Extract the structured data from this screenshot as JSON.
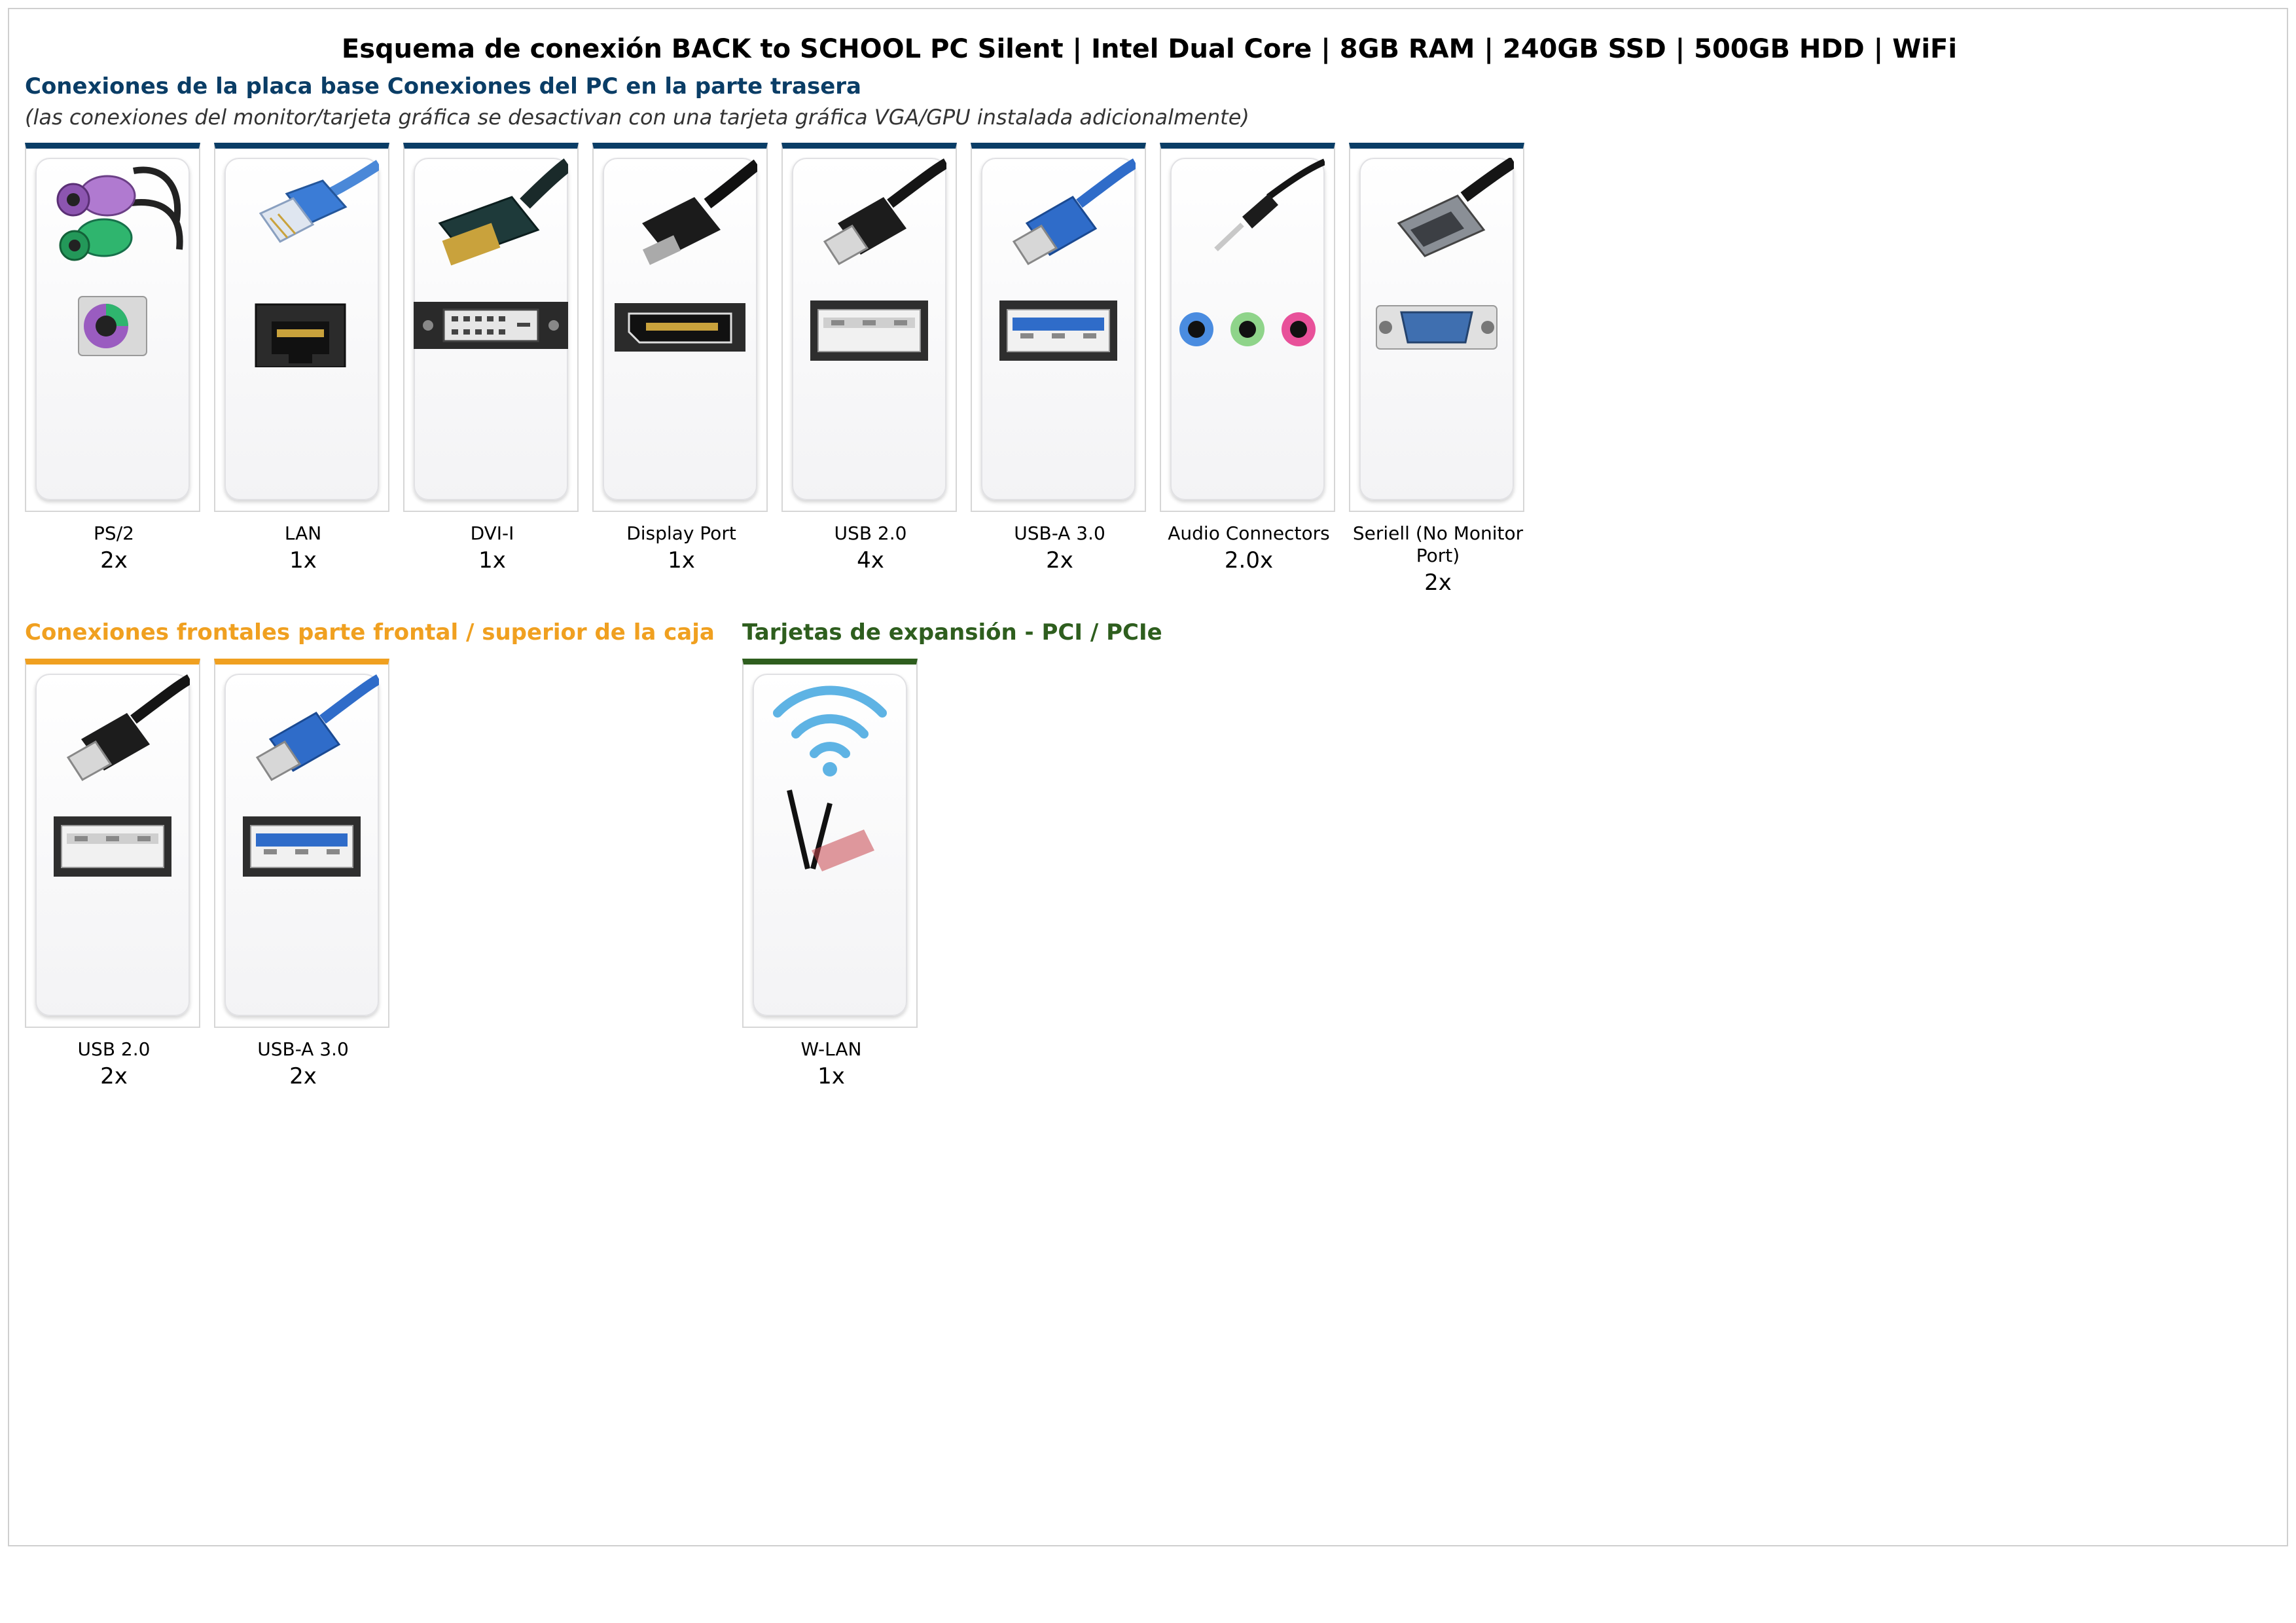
{
  "title": "Esquema de conexión BACK to SCHOOL PC Silent | Intel Dual Core | 8GB RAM | 240GB SSD | 500GB HDD | WiFi",
  "colors": {
    "back": "#0a3d66",
    "front": "#f0a020",
    "expansion": "#2e5e1e"
  },
  "back": {
    "heading": "Conexiones de la placa base Conexiones del PC en la parte trasera",
    "note": "(las conexiones del monitor/tarjeta gráfica se desactivan con una tarjeta gráfica VGA/GPU instalada adicionalmente)",
    "items": [
      {
        "icon": "ps2-connector-icon",
        "label": "PS/2",
        "qty": "2x"
      },
      {
        "icon": "lan-connector-icon",
        "label": "LAN",
        "qty": "1x"
      },
      {
        "icon": "dvi-connector-icon",
        "label": "DVI-I",
        "qty": "1x"
      },
      {
        "icon": "displayport-connector-icon",
        "label": "Display Port",
        "qty": "1x"
      },
      {
        "icon": "usb2-connector-icon",
        "label": "USB 2.0",
        "qty": "4x"
      },
      {
        "icon": "usb3-connector-icon",
        "label": "USB-A 3.0",
        "qty": "2x"
      },
      {
        "icon": "audio-connector-icon",
        "label": "Audio Connectors",
        "qty": "2.0x"
      },
      {
        "icon": "serial-connector-icon",
        "label": "Seriell (No Monitor Port)",
        "qty": "2x"
      }
    ]
  },
  "front": {
    "heading": "Conexiones frontales parte frontal / superior de la caja",
    "items": [
      {
        "icon": "usb2-connector-icon",
        "label": "USB 2.0",
        "qty": "2x"
      },
      {
        "icon": "usb3-connector-icon",
        "label": "USB-A 3.0",
        "qty": "2x"
      }
    ]
  },
  "expansion": {
    "heading": "Tarjetas de expansión - PCI / PCIe",
    "items": [
      {
        "icon": "wlan-card-icon",
        "label": "W-LAN",
        "qty": "1x"
      }
    ]
  }
}
